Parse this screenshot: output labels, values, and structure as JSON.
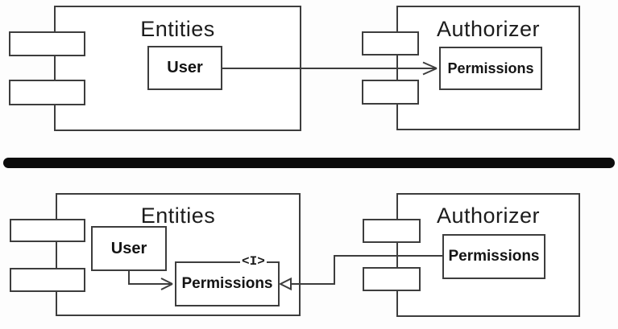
{
  "colors": {
    "line": "#3d3d3d",
    "divider": "#0c0c0c",
    "text": "#1c1c1c",
    "background": "#ffffff"
  },
  "top_panel": {
    "entities": {
      "title": "Entities",
      "nodes": {
        "user": "User"
      }
    },
    "authorizer": {
      "title": "Authorizer",
      "nodes": {
        "permissions": "Permissions"
      }
    }
  },
  "bottom_panel": {
    "entities": {
      "title": "Entities",
      "nodes": {
        "user": "User",
        "permissions": "Permissions"
      },
      "interface_marker": "<I>"
    },
    "authorizer": {
      "title": "Authorizer",
      "nodes": {
        "permissions": "Permissions"
      }
    }
  }
}
